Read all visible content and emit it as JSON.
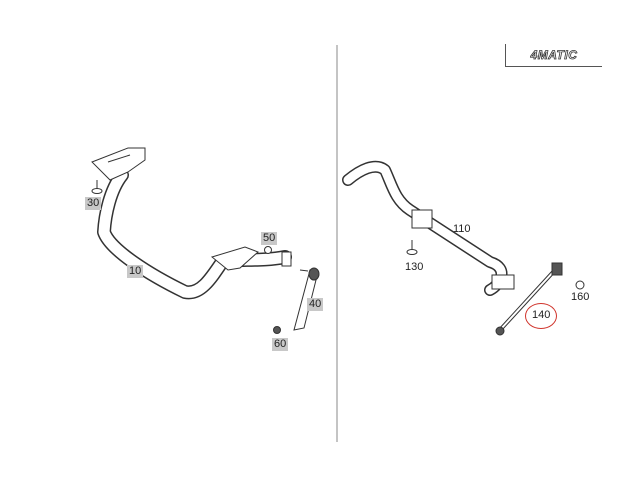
{
  "logo": "4MATIC",
  "left_panel": {
    "labels": [
      "30",
      "10",
      "50",
      "40",
      "60"
    ]
  },
  "right_panel": {
    "labels": [
      "110",
      "130",
      "140",
      "160"
    ],
    "highlighted": "140"
  },
  "colors": {
    "highlight": "#d0342c",
    "label_box": "#c8c8c8",
    "divider": "#888888"
  }
}
